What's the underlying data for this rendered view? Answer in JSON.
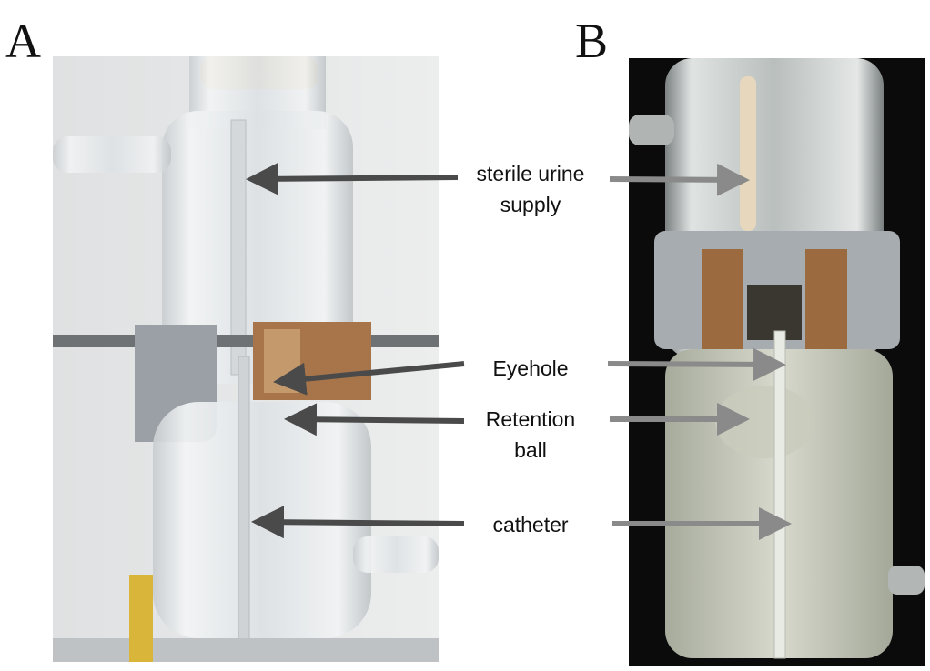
{
  "panels": {
    "a": {
      "letter": "A"
    },
    "b": {
      "letter": "B"
    }
  },
  "labels": {
    "supply_line1": "sterile urine",
    "supply_line2": "supply",
    "eyehole": "Eyehole",
    "retention_line1": "Retention",
    "retention_line2": "ball",
    "catheter": "catheter"
  },
  "colors": {
    "arrow_left": "#4a4a4a",
    "arrow_right": "#8a8a8a"
  }
}
